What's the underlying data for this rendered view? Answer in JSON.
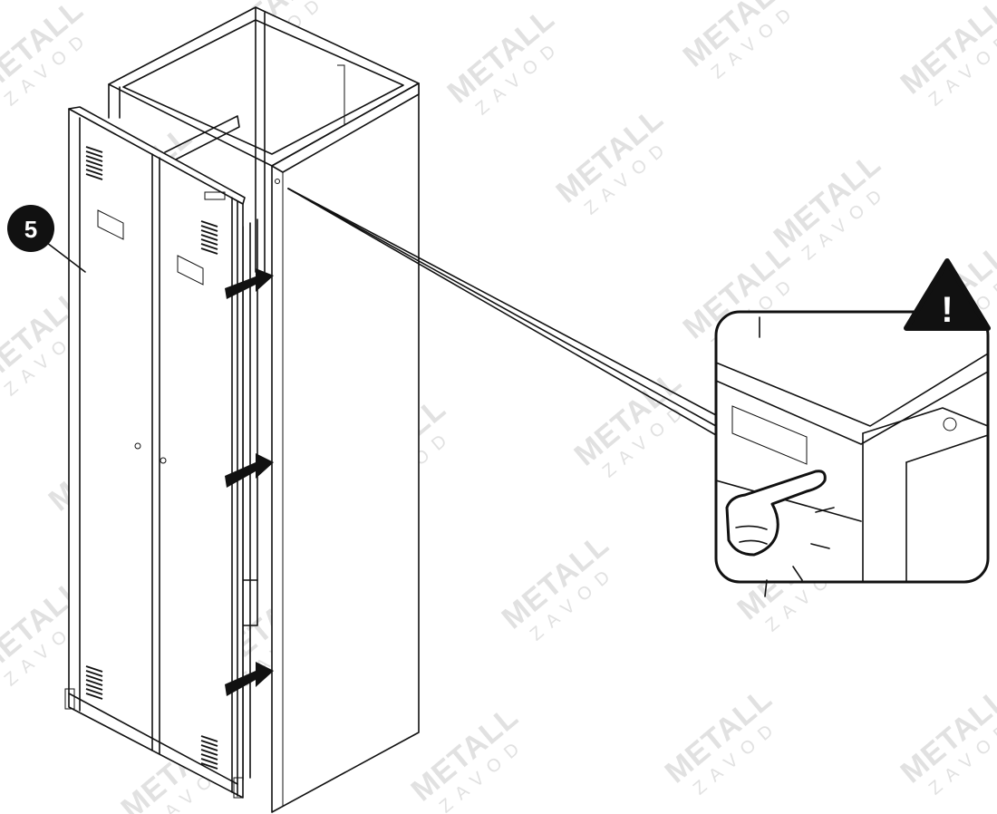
{
  "step_badge": {
    "label": "5"
  },
  "warning_badge": {
    "label": "!"
  },
  "watermark": {
    "brand": "METALL",
    "sub": "ZAVOD"
  },
  "colors": {
    "ink": "#111111",
    "paper": "#ffffff",
    "watermark": "#e1e1e1"
  },
  "icons": {
    "warning": "warning-triangle-icon",
    "pointer": "pointing-hand-icon",
    "arrow": "insert-arrow-icon"
  }
}
